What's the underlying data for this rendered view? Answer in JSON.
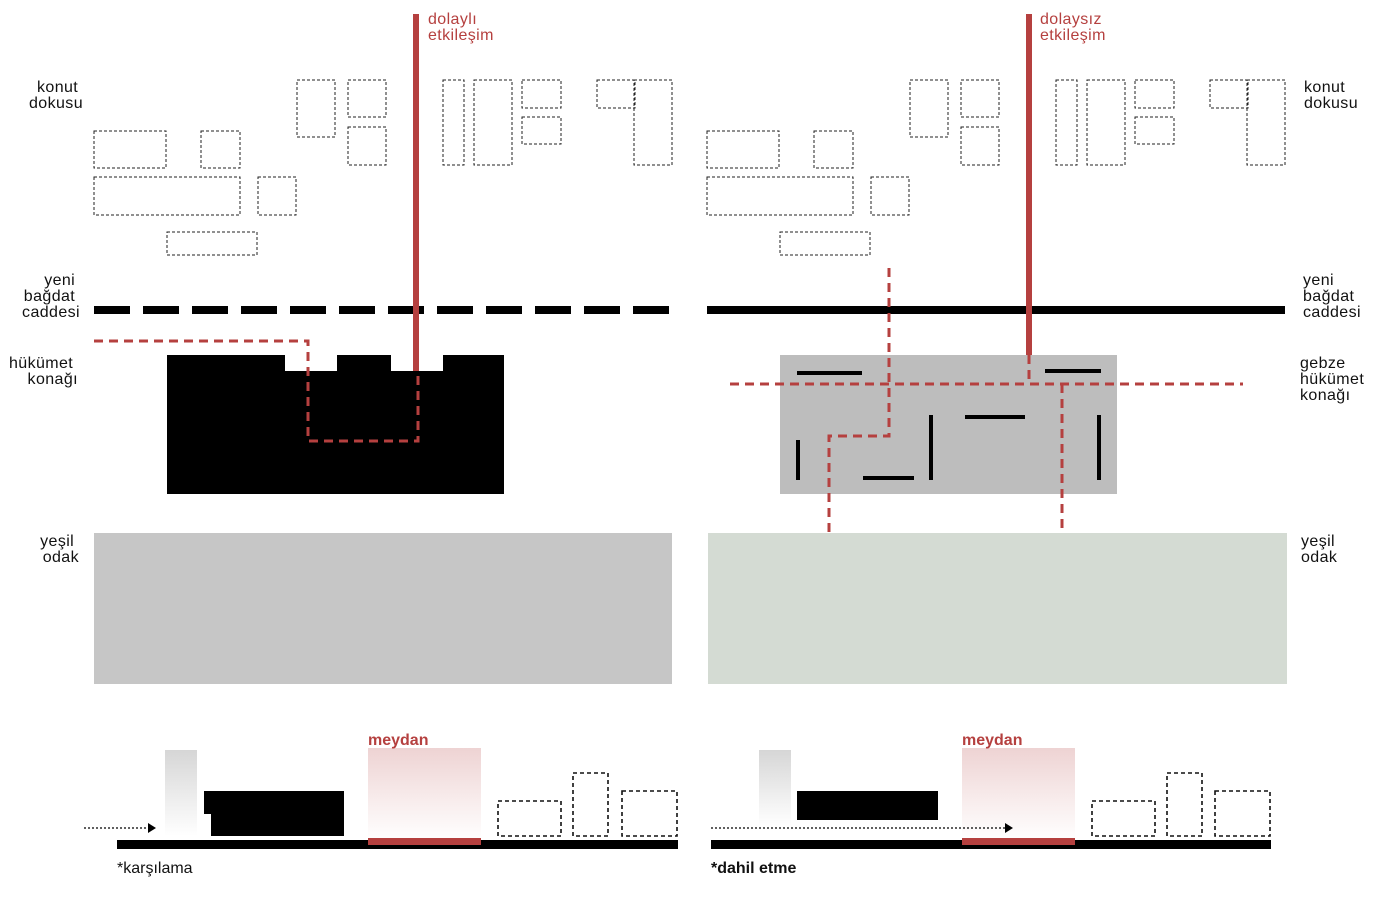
{
  "colors": {
    "accent": "#b5403f",
    "green_focus_left": "#c6c6c6",
    "green_focus_right": "#d4dbd3",
    "building_right": "#bdbdbd",
    "building_left": "#000000"
  },
  "left_panel": {
    "interaction_label": [
      "dolaylı",
      "etkileşim"
    ],
    "labels": {
      "residential": [
        "konut",
        "dokusu"
      ],
      "street": [
        "yeni",
        "bağdat",
        "caddesi"
      ],
      "building": [
        "hükümet",
        "konağı"
      ],
      "green": [
        "yeşil",
        "odak"
      ]
    },
    "section": {
      "square_label": "meydan",
      "caption": "*karşılama"
    }
  },
  "right_panel": {
    "interaction_label": [
      "dolaysız",
      "etkileşim"
    ],
    "labels": {
      "residential": [
        "konut",
        "dokusu"
      ],
      "street": [
        "yeni",
        "bağdat",
        "caddesi"
      ],
      "building": [
        "gebze",
        "hükümet",
        "konağı"
      ],
      "green": [
        "yeşil",
        "odak"
      ]
    },
    "section": {
      "square_label": "meydan",
      "caption": "*dahil etme"
    }
  }
}
